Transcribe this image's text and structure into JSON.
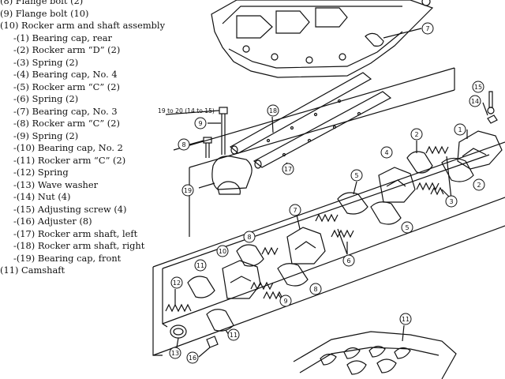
{
  "parts_list": [
    {
      "text": "(8) Flange bolt (2)",
      "indent": 0
    },
    {
      "text": "(9) Flange bolt (10)",
      "indent": 0
    },
    {
      "text": "(10) Rocker arm and shaft assembly",
      "indent": 0
    },
    {
      "text": "-(1)  Bearing cap, rear",
      "indent": 1
    },
    {
      "text": "-(2)  Rocker arm “D” (2)",
      "indent": 1
    },
    {
      "text": "-(3)  Spring (2)",
      "indent": 1
    },
    {
      "text": "-(4)  Bearing cap, No. 4",
      "indent": 1
    },
    {
      "text": "-(5)  Rocker arm “C” (2)",
      "indent": 1
    },
    {
      "text": "-(6)  Spring (2)",
      "indent": 1
    },
    {
      "text": "-(7)  Bearing cap, No. 3",
      "indent": 1
    },
    {
      "text": "-(8)  Rocker arm “C” (2)",
      "indent": 1
    },
    {
      "text": "-(9)  Spring (2)",
      "indent": 1
    },
    {
      "text": "-(10)  Bearing cap, No. 2",
      "indent": 1
    },
    {
      "text": "-(11)  Rocker arm “C” (2)",
      "indent": 1
    },
    {
      "text": "-(12)  Spring",
      "indent": 1
    },
    {
      "text": "-(13)  Wave washer",
      "indent": 1
    },
    {
      "text": "-(14)  Nut (4)",
      "indent": 1
    },
    {
      "text": "-(15)  Adjusting screw (4)",
      "indent": 1
    },
    {
      "text": "-(16)  Adjuster (8)",
      "indent": 1
    },
    {
      "text": "-(17)  Rocker arm shaft, left",
      "indent": 1
    },
    {
      "text": "-(18)  Rocker arm shaft, right",
      "indent": 1
    },
    {
      "text": "-(19)  Bearing cap, front",
      "indent": 1
    },
    {
      "text": "(11) Camshaft",
      "indent": 0
    }
  ],
  "torque_spec": "19 to 20 (14 to 15)",
  "callouts": {
    "c7_top": "7",
    "c18": "18",
    "c9": "9",
    "c8": "8",
    "c19": "19",
    "c17": "17",
    "c15": "15",
    "c14": "14",
    "c1": "1",
    "c2a": "2",
    "c2b": "2",
    "c3": "3",
    "c4": "4",
    "c5a": "5",
    "c5b": "5",
    "c6": "6",
    "c7": "7",
    "c8b": "8",
    "c8c": "8",
    "c10": "10",
    "c11a": "11",
    "c11b": "11",
    "c12": "12",
    "c9b": "9",
    "c13": "13",
    "c16": "16",
    "c11c": "11"
  }
}
